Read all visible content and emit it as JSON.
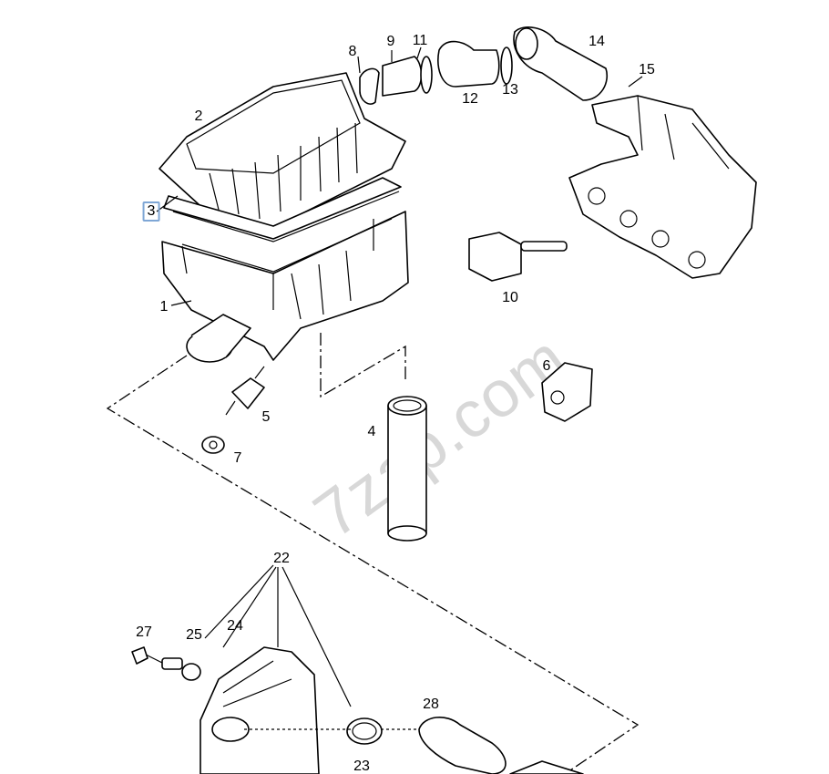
{
  "watermark": "7zap.com",
  "selected_callout": "3",
  "highlight_color": "#7fa7d6",
  "callouts": {
    "c1": "1",
    "c2": "2",
    "c3": "3",
    "c4": "4",
    "c5": "5",
    "c6": "6",
    "c7": "7",
    "c8": "8",
    "c9": "9",
    "c10": "10",
    "c11": "11",
    "c12": "12",
    "c13": "13",
    "c14": "14",
    "c15": "15",
    "c22": "22",
    "c23": "23",
    "c24": "24",
    "c25": "25",
    "c27": "27",
    "c28": "28"
  }
}
